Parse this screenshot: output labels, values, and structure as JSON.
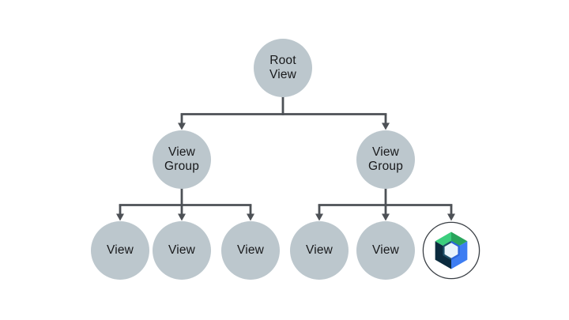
{
  "diagram": {
    "type": "tree",
    "description": "View hierarchy tree: a Root View containing two View Groups; the left group holds three Views, the right group holds two Views and a Jetpack Compose node",
    "nodes": {
      "root": {
        "label": "Root\nView"
      },
      "view_group_left": {
        "label": "View\nGroup"
      },
      "view_group_right": {
        "label": "View\nGroup"
      },
      "view_left_1": {
        "label": "View"
      },
      "view_left_2": {
        "label": "View"
      },
      "view_left_3": {
        "label": "View"
      },
      "view_right_1": {
        "label": "View"
      },
      "view_right_2": {
        "label": "View"
      },
      "compose_node": {
        "icon": "jetpack-compose-logo"
      }
    },
    "edges": [
      "root -> view_group_left",
      "root -> view_group_right",
      "view_group_left -> view_left_1",
      "view_group_left -> view_left_2",
      "view_group_left -> view_left_3",
      "view_group_right -> view_right_1",
      "view_group_right -> view_right_2",
      "view_group_right -> compose_node"
    ],
    "colors": {
      "background": "#FFFFFF",
      "node_fill": "#BCC7CD",
      "connector": "#4D5156",
      "label_text": "#18191B",
      "compose_circle_stroke": "#3A3F45",
      "compose_green_light": "#3BCE7D",
      "compose_green_dark": "#29A45C",
      "compose_blue": "#3D7DF2",
      "compose_blue_dark": "#2B66D9",
      "compose_navy": "#0B2B3E",
      "compose_navy_light": "#1E5068",
      "compose_inner": "#E8F3FB"
    }
  }
}
